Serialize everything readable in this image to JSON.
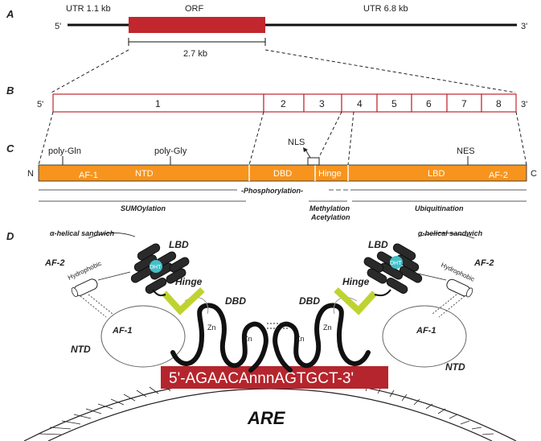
{
  "panels": {
    "a": "A",
    "b": "B",
    "c": "C",
    "d": "D"
  },
  "panel_a": {
    "utr5": "UTR 1.1 kb",
    "orf": "ORF",
    "utr3": "UTR 6.8 kb",
    "end5": "5'",
    "end3": "3'",
    "orf_size": "2.7 kb"
  },
  "panel_b": {
    "end5": "5'",
    "end3": "3'",
    "exons": [
      "1",
      "2",
      "3",
      "4",
      "5",
      "6",
      "7",
      "8"
    ]
  },
  "panel_c": {
    "n": "N",
    "c": "C",
    "poly_gln": "poly-Gln",
    "poly_gly": "poly-Gly",
    "nls": "NLS",
    "nes": "NES",
    "af1": "AF-1",
    "ntd": "NTD",
    "dbd": "DBD",
    "hinge": "Hinge",
    "lbd": "LBD",
    "af2": "AF-2",
    "phospho": "-Phosphorylation-",
    "sumo": "SUMOylation",
    "methyl": "Methylation",
    "acetyl": "Acetylation",
    "ubiq": "Ubiquitination"
  },
  "panel_d": {
    "helical_left": "α-helical sandwich",
    "helical_right": "α-helical sandwich",
    "lbd_left": "LBD",
    "lbd_right": "LBD",
    "af2_left": "AF-2",
    "af2_right": "AF-2",
    "hydro_left": "Hydrophobic",
    "hydro_right": "Hydrophobic",
    "hinge_left": "Hinge",
    "hinge_right": "Hinge",
    "dbd_left": "DBD",
    "dbd_right": "DBD",
    "af1_left": "AF-1",
    "af1_right": "AF-1",
    "ntd_left": "NTD",
    "ntd_right": "NTD",
    "zn": "Zn",
    "dht": "DHT",
    "sequence": "5'-AGAACAnnnAGTGCT-3'",
    "are": "ARE"
  },
  "colors": {
    "orf": "#c1272d",
    "domain": "#f7941d",
    "hinge_v": "#bfd330",
    "dht": "#41c0c8",
    "exon_border": "#c1272d",
    "sequence_box": "#b5252d"
  }
}
